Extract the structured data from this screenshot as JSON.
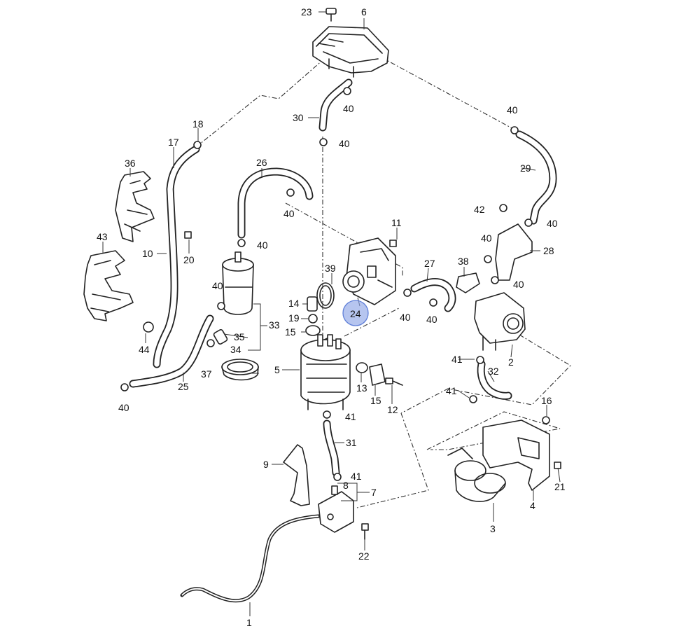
{
  "highlight_label": "24",
  "accent_color": "#8fa6e6",
  "labels": {
    "p1": "1",
    "p2": "2",
    "p3": "3",
    "p4": "4",
    "p5": "5",
    "p6": "6",
    "p7": "7",
    "p8": "8",
    "p9": "9",
    "p10": "10",
    "p11": "11",
    "p12": "12",
    "p13": "13",
    "p14": "14",
    "p15a": "15",
    "p15b": "15",
    "p16": "16",
    "p17": "17",
    "p18": "18",
    "p19": "19",
    "p20": "20",
    "p21": "21",
    "p22": "22",
    "p23": "23",
    "p24": "24",
    "p25": "25",
    "p26": "26",
    "p27": "27",
    "p28": "28",
    "p29": "29",
    "p30": "30",
    "p31": "31",
    "p32": "32",
    "p33": "33",
    "p34": "34",
    "p35": "35",
    "p36": "36",
    "p37": "37",
    "p38": "38",
    "p39": "39",
    "p40a": "40",
    "p40b": "40",
    "p40c": "40",
    "p40d": "40",
    "p40e": "40",
    "p40f": "40",
    "p40g": "40",
    "p40h": "40",
    "p40i": "40",
    "p40j": "40",
    "p40k": "40",
    "p40l": "40",
    "p41a": "41",
    "p41b": "41",
    "p41c": "41",
    "p41d": "41",
    "p42": "42",
    "p43": "43",
    "p44": "44"
  }
}
